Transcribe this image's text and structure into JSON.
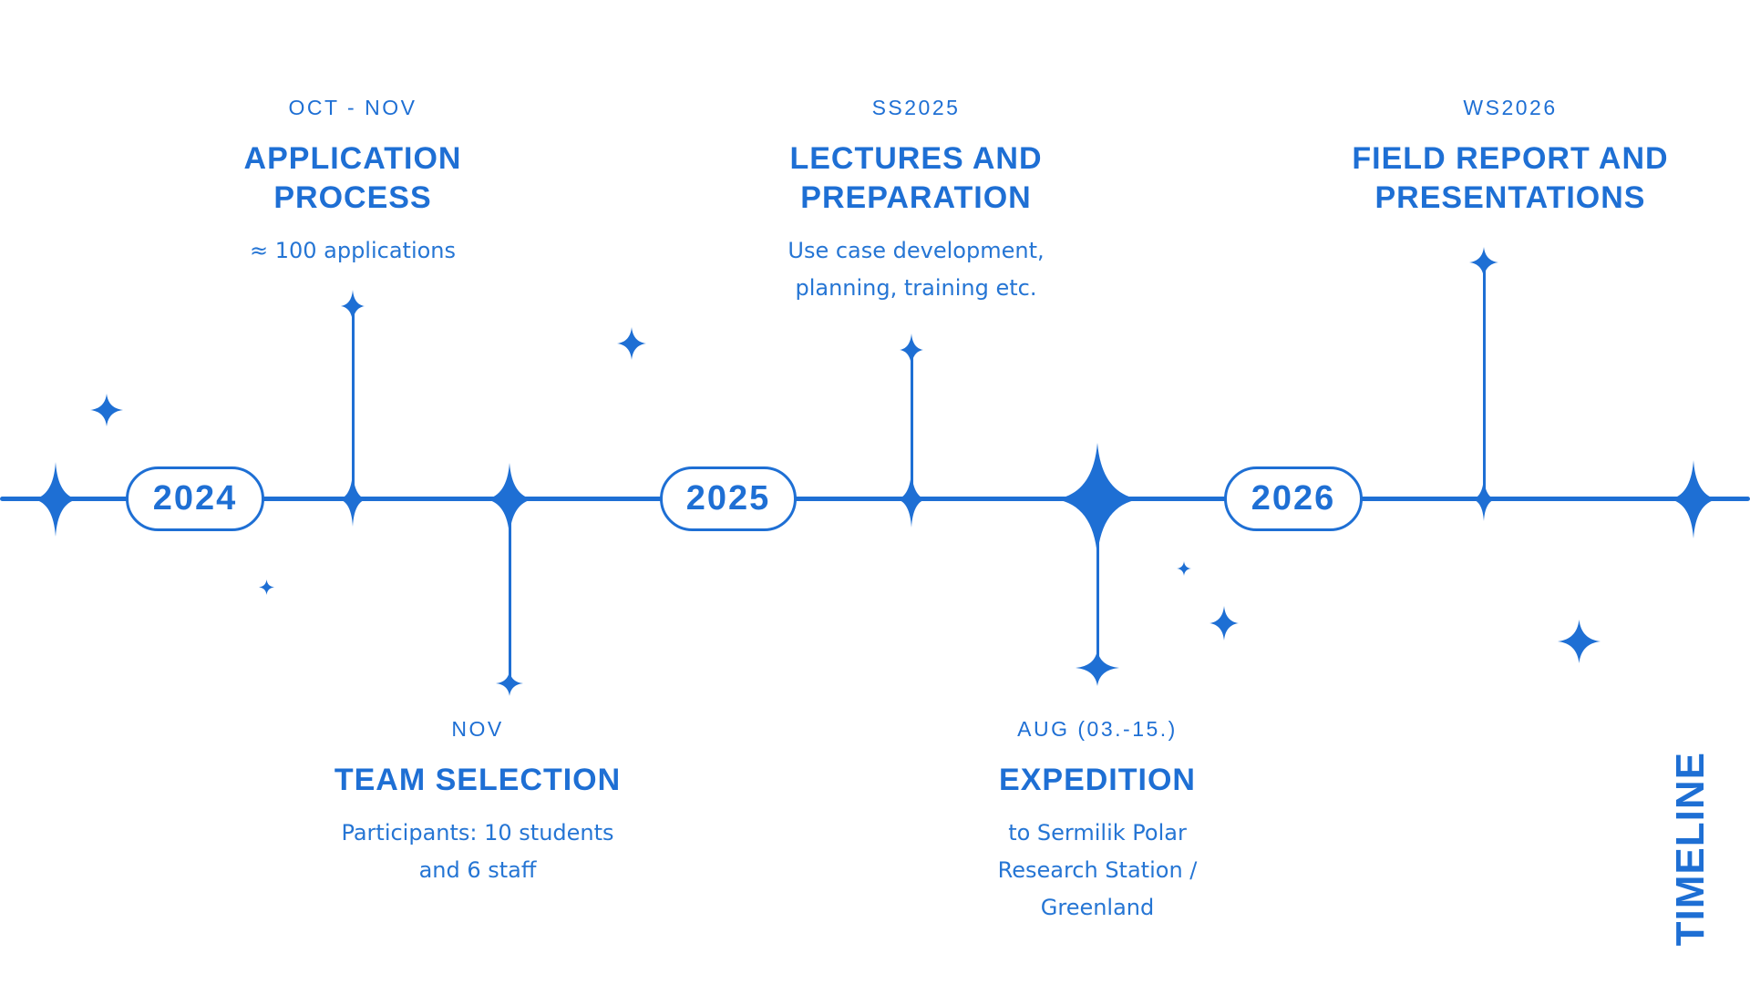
{
  "colors": {
    "accent": "#1E6FD4",
    "body_text": "#2575D4"
  },
  "timeline": {
    "label": "TIMELINE",
    "years": [
      {
        "label": "2024"
      },
      {
        "label": "2025"
      },
      {
        "label": "2026"
      }
    ]
  },
  "events": [
    {
      "id": "application-process",
      "side": "above",
      "date": "OCT - NOV",
      "title": [
        "APPLICATION",
        "PROCESS"
      ],
      "desc": [
        "≈ 100 applications"
      ]
    },
    {
      "id": "team-selection",
      "side": "below",
      "date": "NOV",
      "title": [
        "TEAM SELECTION"
      ],
      "desc": [
        "Participants: 10 students",
        "and 6 staff"
      ]
    },
    {
      "id": "lectures-and-preparation",
      "side": "above",
      "date": "SS2025",
      "title": [
        "LECTURES AND",
        "PREPARATION"
      ],
      "desc": [
        "Use case development,",
        "planning, training etc."
      ]
    },
    {
      "id": "expedition",
      "side": "below",
      "date": "AUG (03.-15.)",
      "title": [
        "EXPEDITION"
      ],
      "desc": [
        "to Sermilik Polar",
        "Research Station /",
        "Greenland"
      ]
    },
    {
      "id": "field-report-and-presentations",
      "side": "above",
      "date": "WS2026",
      "title": [
        "FIELD REPORT AND",
        "PRESENTATIONS"
      ],
      "desc": []
    }
  ]
}
